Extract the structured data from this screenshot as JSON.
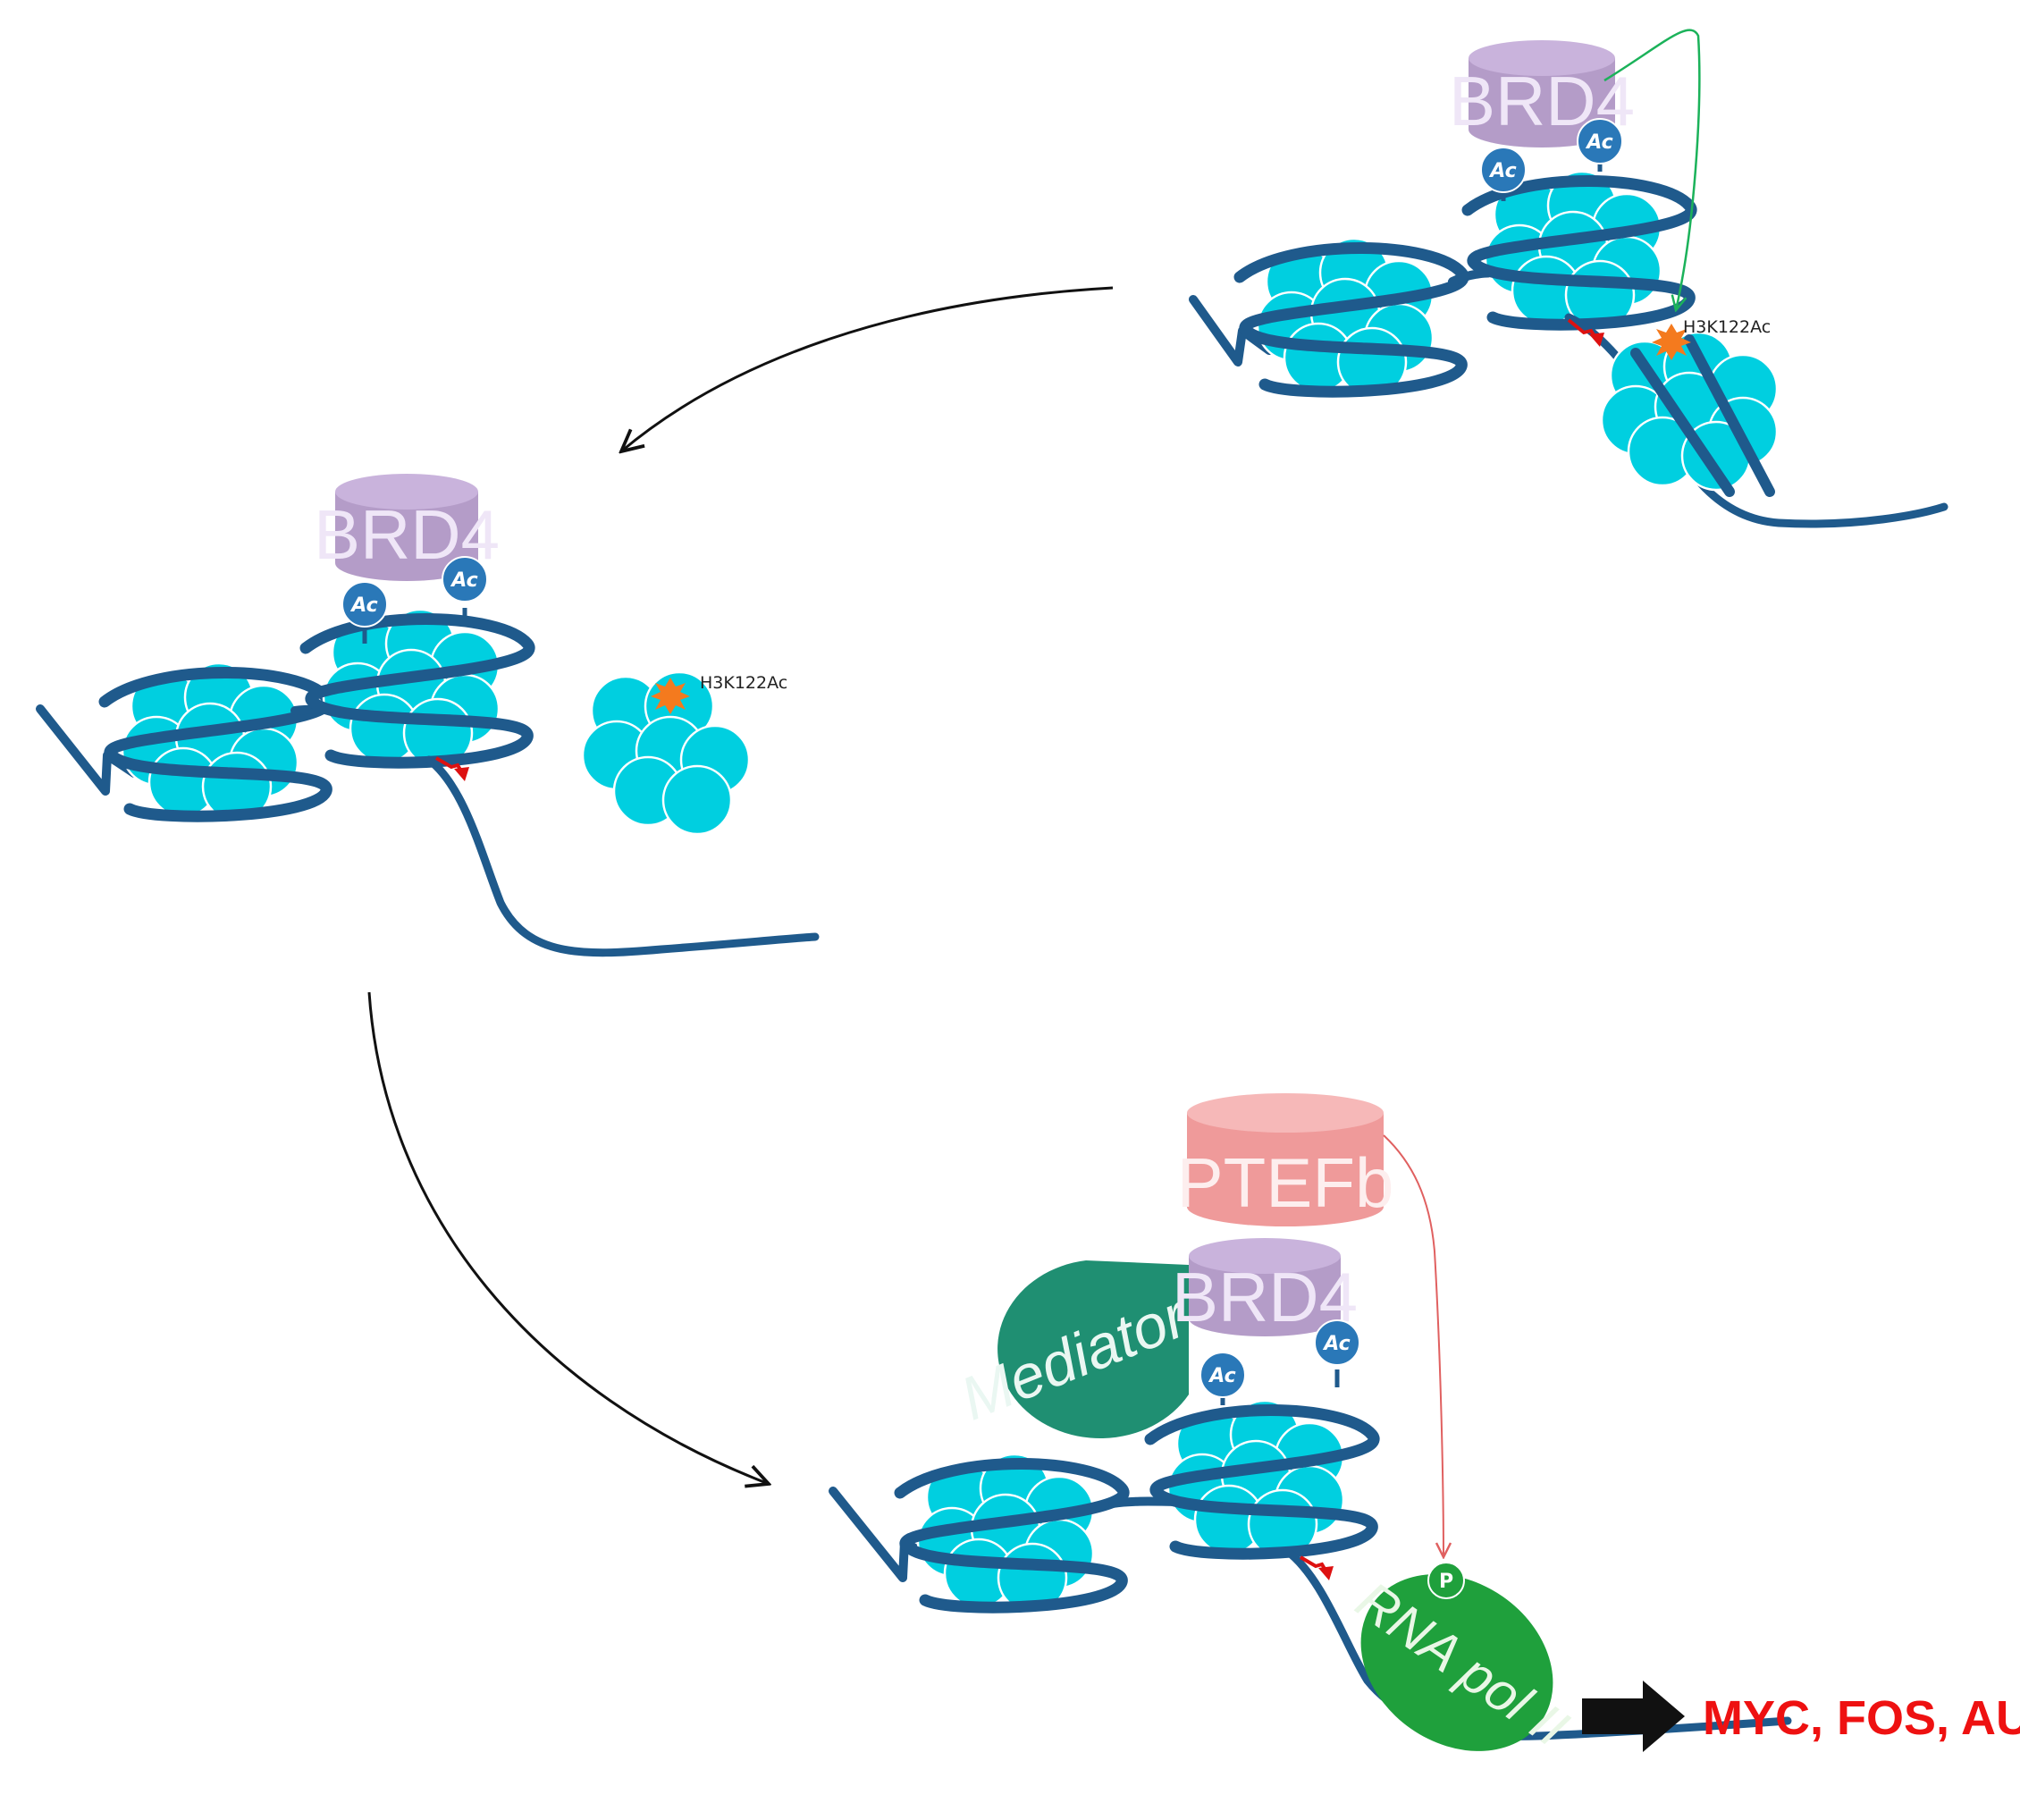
{
  "labels": {
    "brd4": "BRD4",
    "ac": "Ac",
    "h3k122ac": "H3K122Ac",
    "ptefb": "PTEFb",
    "mediator": "Mediator",
    "rna_pol": "RNA pol II",
    "phospho": "P",
    "genes": "MYC, FOS, AURKB"
  },
  "colors": {
    "dna": "#1f5a8c",
    "histone": "#00cfe0",
    "brd4": "#b49cc8",
    "brd4_text": "#efe6f7",
    "acetyl": "#2a78b8",
    "ptefb": "#ef9a9a",
    "ptefb_text": "#fdeeee",
    "mediator": "#1f8f72",
    "rna_pol": "#1fa03c",
    "genes_text": "#ee1111",
    "star": "#f47a1e",
    "tss_arrow": "#dd1111",
    "green_arrow": "#1bb25a",
    "pink_arrow": "#e06060"
  }
}
